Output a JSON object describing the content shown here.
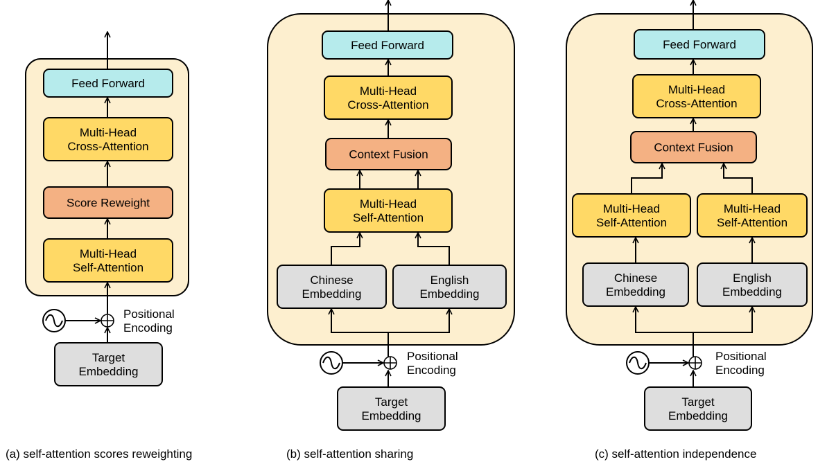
{
  "panels": [
    {
      "id": "a",
      "caption": "(a) self-attention scores reweighting",
      "blocks": {
        "feed_forward": [
          "Feed Forward"
        ],
        "cross_attention": [
          "Multi-Head",
          "Cross-Attention"
        ],
        "score_reweight": [
          "Score Reweight"
        ],
        "self_attention": [
          "Multi-Head",
          "Self-Attention"
        ],
        "target_embedding": [
          "Target",
          "Embedding"
        ]
      },
      "positional_encoding": [
        "Positional",
        "Encoding"
      ]
    },
    {
      "id": "b",
      "caption": "(b) self-attention sharing",
      "blocks": {
        "feed_forward": [
          "Feed Forward"
        ],
        "cross_attention": [
          "Multi-Head",
          "Cross-Attention"
        ],
        "context_fusion": [
          "Context Fusion"
        ],
        "self_attention": [
          "Multi-Head",
          "Self-Attention"
        ],
        "chinese_embedding": [
          "Chinese",
          "Embedding"
        ],
        "english_embedding": [
          "English",
          "Embedding"
        ],
        "target_embedding": [
          "Target",
          "Embedding"
        ]
      },
      "positional_encoding": [
        "Positional",
        "Encoding"
      ]
    },
    {
      "id": "c",
      "caption": "(c) self-attention independence",
      "blocks": {
        "feed_forward": [
          "Feed Forward"
        ],
        "cross_attention": [
          "Multi-Head",
          "Cross-Attention"
        ],
        "context_fusion": [
          "Context Fusion"
        ],
        "self_attention_left": [
          "Multi-Head",
          "Self-Attention"
        ],
        "self_attention_right": [
          "Multi-Head",
          "Self-Attention"
        ],
        "chinese_embedding": [
          "Chinese",
          "Embedding"
        ],
        "english_embedding": [
          "English",
          "Embedding"
        ],
        "target_embedding": [
          "Target",
          "Embedding"
        ]
      },
      "positional_encoding": [
        "Positional",
        "Encoding"
      ]
    }
  ],
  "colors": {
    "container": "#fdefcf",
    "feed_forward": "#b6ebec",
    "attention": "#ffd966",
    "fusion": "#f4b183",
    "embedding": "#dedede",
    "stroke": "#000000"
  }
}
